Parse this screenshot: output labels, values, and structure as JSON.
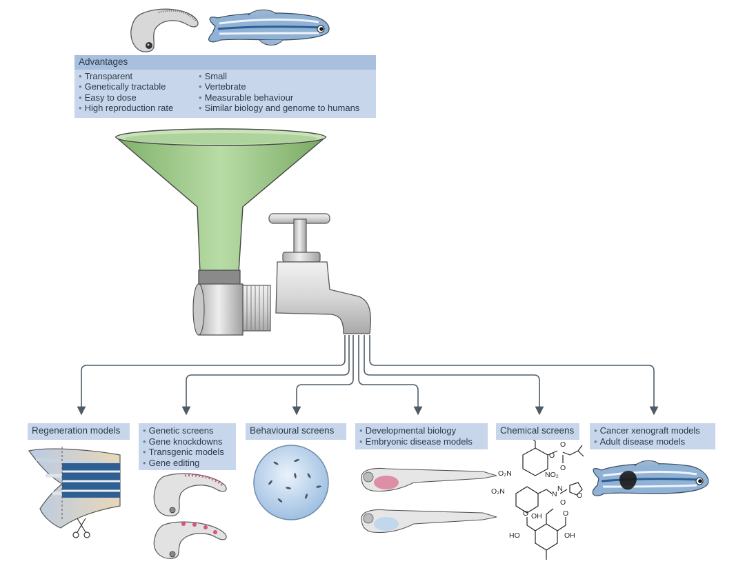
{
  "advantages": {
    "title": "Advantages",
    "left": [
      "Transparent",
      "Genetically tractable",
      "Easy to dose",
      "High reproduction rate"
    ],
    "right": [
      "Small",
      "Vertebrate",
      "Measurable behaviour",
      "Similar biology and genome to humans"
    ]
  },
  "applications": {
    "regeneration": "Regeneration models",
    "genetic": [
      "Genetic screens",
      "Gene knockdowns",
      "Transgenic models",
      "Gene editing"
    ],
    "behavioural": "Behavioural screens",
    "developmental": [
      "Developmental biology",
      "Embryonic disease models"
    ],
    "chemical": "Chemical screens",
    "cancer": [
      "Cancer xenograft models",
      "Adult disease models"
    ]
  },
  "chemistry": {
    "mol1": [
      "O₂N",
      "NO₂",
      "O",
      "O",
      "O"
    ],
    "mol2": [
      "O₂N",
      "N",
      "N",
      "O",
      "O",
      "OH"
    ],
    "mol3": [
      "HO",
      "OH",
      "O",
      "O"
    ]
  },
  "colors": {
    "funnel": "#8fc07a",
    "faucet": "#d9d9d9",
    "box_fill": "#c7d6ea",
    "box_header": "#a8bfdd",
    "arrow": "#4d5b66",
    "fish_stripe": "#3f6ea3",
    "embryo_marker": "#d6557a"
  }
}
